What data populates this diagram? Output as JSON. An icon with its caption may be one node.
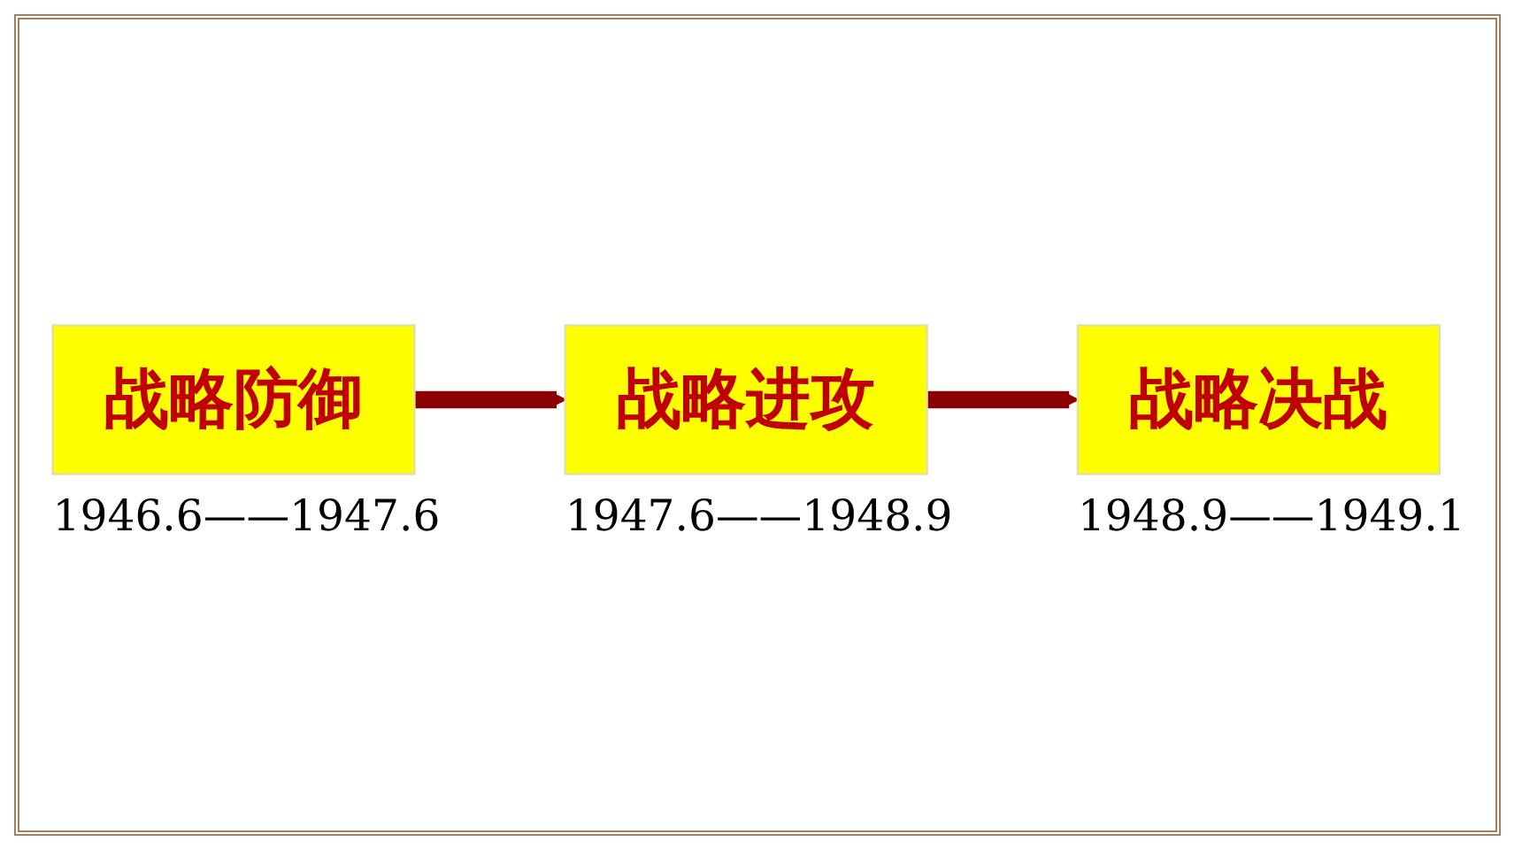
{
  "diagram": {
    "nodes": [
      {
        "text": [
          "战略防御"
        ],
        "beside": [
          "1946.6——1947.6"
        ]
      },
      {
        "text": [
          "战略进攻"
        ],
        "beside": [
          "1947.6——1948.9"
        ]
      },
      {
        "text": [
          "战略决战"
        ],
        "beside": [
          "1948.9——1949.1"
        ]
      }
    ],
    "edges": [
      {
        "from": 0,
        "to": 1,
        "arrow": "to"
      },
      {
        "from": 1,
        "to": 2,
        "arrow": "to"
      }
    ]
  }
}
